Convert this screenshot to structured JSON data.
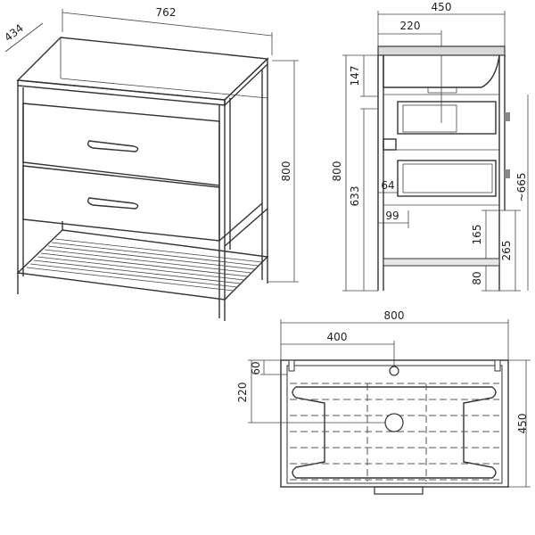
{
  "iso_view": {
    "width_dim": "762",
    "depth_dim": "434",
    "height_dim": "800"
  },
  "side_view": {
    "total_depth": "450",
    "basin_offset": "220",
    "top_height": "147",
    "total_height": "800",
    "drawer_height": "633",
    "bracket_width": "64",
    "leg_offset": "99",
    "shelf_gap": "165",
    "shelf_height": "265",
    "max_height": "~665",
    "shelf_floor": "80"
  },
  "top_view": {
    "total_width": "800",
    "half_width": "400",
    "tap_offset": "60",
    "drain_offset": "220",
    "total_depth": "450"
  }
}
